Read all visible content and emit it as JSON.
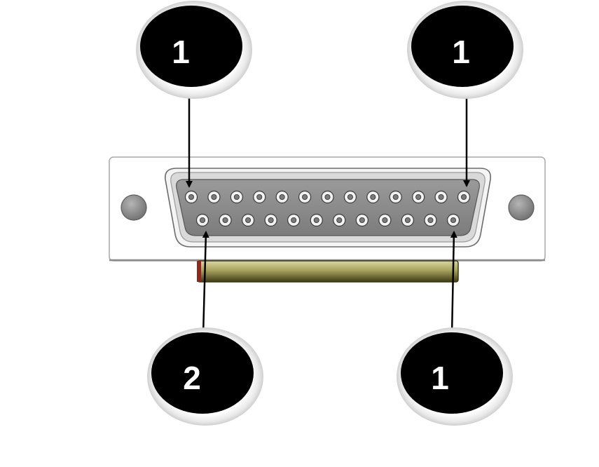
{
  "diagram": {
    "subject": "DB-25 connector",
    "callouts": [
      {
        "id": "top-left",
        "label": "1"
      },
      {
        "id": "top-right",
        "label": "1"
      },
      {
        "id": "bottom-left",
        "label": "2"
      },
      {
        "id": "bottom-right",
        "label": "1"
      }
    ],
    "pins": {
      "top_row": 13,
      "bottom_row": 12
    },
    "colors": {
      "shell": "#ffffff",
      "insulator": "#8a8a8a",
      "bar": "#9a9554",
      "badge": "#000000",
      "badge_text": "#ffffff"
    }
  }
}
